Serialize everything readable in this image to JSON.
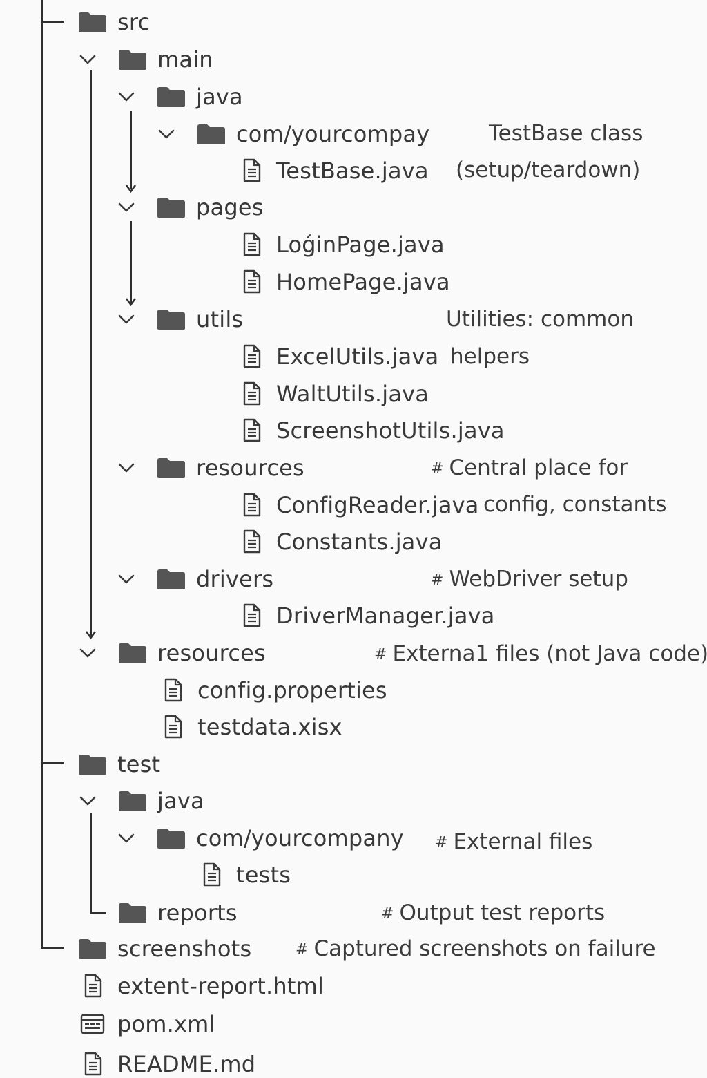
{
  "tree": {
    "items": [
      {
        "label": "src",
        "kind": "folder",
        "expanded": false,
        "icon": "folder-icon"
      },
      {
        "label": "main",
        "kind": "folder",
        "expanded": true,
        "icon": "folder-icon"
      },
      {
        "label": "java",
        "kind": "folder",
        "expanded": true,
        "icon": "folder-icon"
      },
      {
        "label": "com/yourcompay",
        "kind": "folder",
        "expanded": true,
        "icon": "folder-icon"
      },
      {
        "label": "TestBase.java",
        "kind": "file",
        "icon": "file-icon"
      },
      {
        "label": "pages",
        "kind": "folder",
        "expanded": true,
        "icon": "folder-icon"
      },
      {
        "label": "LoǵinPage.java",
        "kind": "file",
        "icon": "file-icon"
      },
      {
        "label": "HomePage.java",
        "kind": "file",
        "icon": "file-icon"
      },
      {
        "label": "utils",
        "kind": "folder",
        "expanded": true,
        "icon": "folder-icon"
      },
      {
        "label": "ExcelUtils.java",
        "kind": "file",
        "icon": "file-icon"
      },
      {
        "label": "WaltUtils.java",
        "kind": "file",
        "icon": "file-icon"
      },
      {
        "label": "ScreenshotUtils.java",
        "kind": "file",
        "icon": "file-icon"
      },
      {
        "label": "resources",
        "kind": "folder",
        "expanded": true,
        "icon": "folder-icon"
      },
      {
        "label": "ConfigReader.java",
        "kind": "file",
        "icon": "file-icon"
      },
      {
        "label": "Constants.java",
        "kind": "file",
        "icon": "file-icon"
      },
      {
        "label": "drivers",
        "kind": "folder",
        "expanded": true,
        "icon": "folder-icon"
      },
      {
        "label": "DriverManager.java",
        "kind": "file",
        "icon": "file-icon"
      },
      {
        "label": "resources",
        "kind": "folder",
        "expanded": true,
        "icon": "folder-icon"
      },
      {
        "label": "config.properties",
        "kind": "file",
        "icon": "file-icon"
      },
      {
        "label": "testdata.xisx",
        "kind": "file",
        "icon": "file-icon"
      },
      {
        "label": "test",
        "kind": "folder",
        "expanded": false,
        "icon": "folder-icon"
      },
      {
        "label": "java",
        "kind": "folder",
        "expanded": true,
        "icon": "folder-icon"
      },
      {
        "label": "com/yourcompany",
        "kind": "folder",
        "expanded": true,
        "icon": "folder-icon"
      },
      {
        "label": "tests",
        "kind": "file",
        "icon": "file-icon"
      },
      {
        "label": "reports",
        "kind": "folder",
        "expanded": false,
        "icon": "folder-icon"
      },
      {
        "label": "screenshots",
        "kind": "folder",
        "expanded": false,
        "icon": "folder-icon"
      },
      {
        "label": "extent-report.html",
        "kind": "file",
        "icon": "file-icon"
      },
      {
        "label": "pom.xml",
        "kind": "xml",
        "icon": "xml-file-icon"
      },
      {
        "label": "README.md",
        "kind": "file",
        "icon": "file-icon"
      }
    ],
    "notes": [
      {
        "text": "TestBase class",
        "hash": ""
      },
      {
        "text": "(setup/teardown)",
        "hash": ""
      },
      {
        "text": "Utilities:  common",
        "hash": ""
      },
      {
        "text": "helpers",
        "hash": ""
      },
      {
        "text": "Central place for",
        "hash": "#"
      },
      {
        "text": "config, constants",
        "hash": ""
      },
      {
        "text": "WebDriver setup",
        "hash": "#"
      },
      {
        "text": "Externa1 files  (not Java code)",
        "hash": "#"
      },
      {
        "text": "External files",
        "hash": "#"
      },
      {
        "text": "Output test reports",
        "hash": "#"
      },
      {
        "text": "Captured screenshots on failure",
        "hash": "#"
      }
    ]
  }
}
